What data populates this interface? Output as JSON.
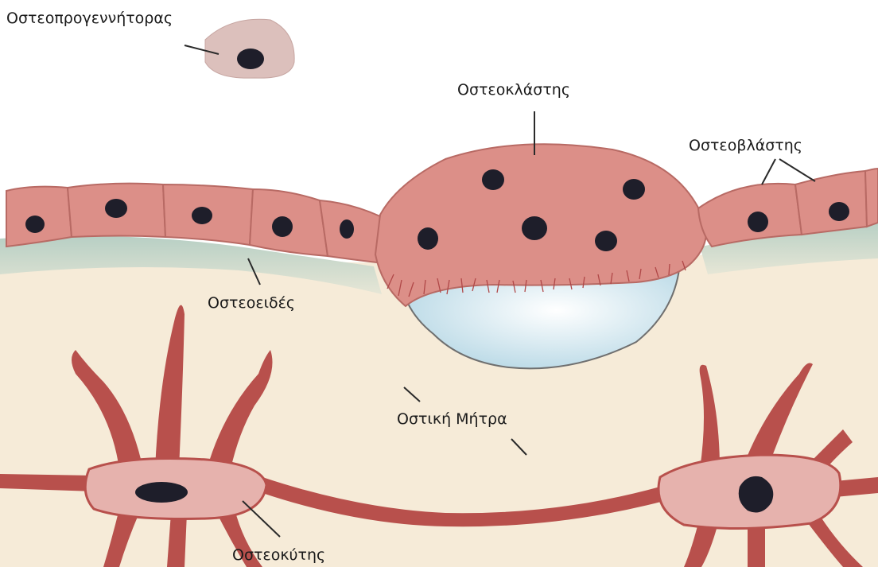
{
  "labels": {
    "osteoprogenitor": "Οστεοπρογεννήτορας",
    "osteoclast": "Οστεοκλάστης",
    "osteoblasts": "Οστεοβλάστης",
    "osteoid": "Οστεοειδές",
    "bone_matrix": "Οστική Μήτρα",
    "osteocyte": "Οστεοκύτης"
  },
  "colors": {
    "cell_fill": "#dc8f88",
    "cell_edge": "#b86a64",
    "nucleus": "#1e1e2a",
    "osteoid": "#c9d8cf",
    "matrix": "#f6ebd8",
    "resorption_pit": "#cfe6ef",
    "osteocyte_process": "#b8504c",
    "osteocyte_body": "#e6b2ad",
    "progenitor": "#dcc0bc"
  }
}
